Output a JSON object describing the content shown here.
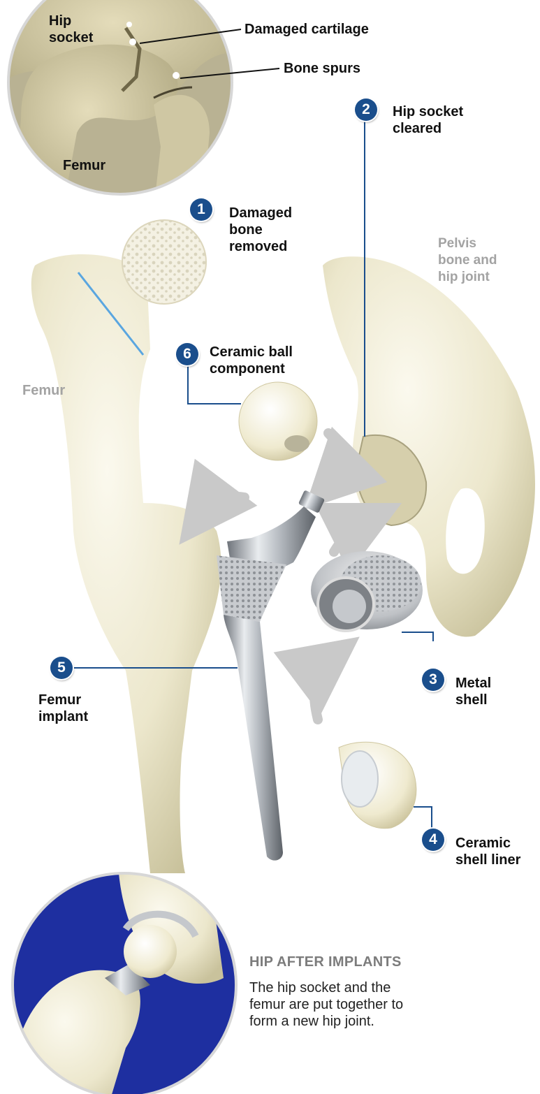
{
  "colors": {
    "leader_line": "#1a4e8c",
    "badge_fill": "#1a4e8c",
    "bone": "#ece7cc",
    "inset_background": "#1e2fa0",
    "arrow": "#c9c9c9",
    "muted_label": "#a3a3a3"
  },
  "inset_top": {
    "hip_socket_label": [
      "Hip",
      "socket"
    ],
    "damaged_cartilage_label": "Damaged cartilage",
    "bone_spurs_label": "Bone spurs",
    "femur_label": "Femur"
  },
  "parts": {
    "pelvis_label": [
      "Pelvis",
      "bone and",
      "hip joint"
    ],
    "femur_label": "Femur"
  },
  "steps": [
    {
      "number": "1",
      "label": [
        "Damaged",
        "bone",
        "removed"
      ]
    },
    {
      "number": "2",
      "label": [
        "Hip socket",
        "cleared"
      ]
    },
    {
      "number": "3",
      "label": [
        "Metal",
        "shell"
      ]
    },
    {
      "number": "4",
      "label": [
        "Ceramic",
        "shell liner"
      ]
    },
    {
      "number": "5",
      "label": [
        "Femur",
        "implant"
      ]
    },
    {
      "number": "6",
      "label": [
        "Ceramic ball",
        "component"
      ]
    }
  ],
  "caption": {
    "title": "HIP AFTER IMPLANTS",
    "body": [
      "The hip socket and the",
      "femur are put together to",
      "form a new hip joint."
    ]
  }
}
